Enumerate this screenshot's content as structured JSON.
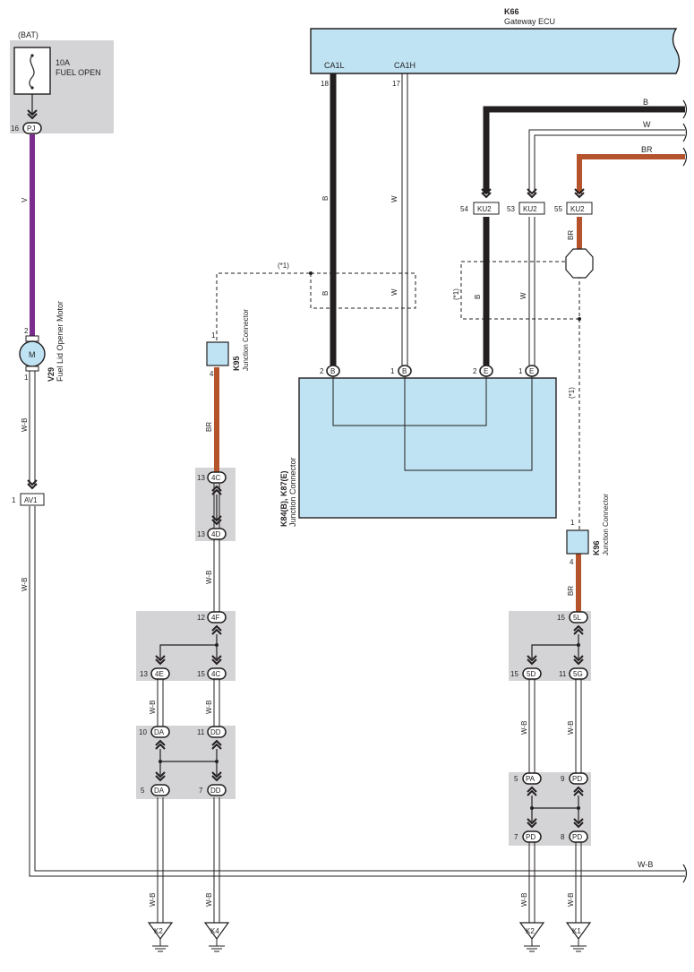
{
  "colors": {
    "black_wire": "#231f20",
    "violet_wire": "#7b2d8e",
    "brown_wire": "#b5532c",
    "component_fill": "#bfe3f3",
    "shade_fill": "#d4d4d6"
  },
  "fuse": {
    "source": "(BAT)",
    "rating": "10A",
    "name": "FUEL OPEN",
    "pin": "16",
    "conn": "PJ"
  },
  "motor": {
    "code": "V29",
    "name": "Fuel Lid Opener Motor",
    "symbol": "M",
    "pin_top": "2",
    "pin_bottom": "1"
  },
  "gateway": {
    "code": "K66",
    "name": "Gateway ECU",
    "pin1_name": "CA1L",
    "pin2_name": "CA1H",
    "pin1": "18",
    "pin2": "17"
  },
  "junction": {
    "code": "K84(B), K87(E)",
    "name": "Junction Connector",
    "pins": [
      {
        "num": "2",
        "conn": "B"
      },
      {
        "num": "1",
        "conn": "B"
      },
      {
        "num": "2",
        "conn": "E"
      },
      {
        "num": "1",
        "conn": "E"
      }
    ]
  },
  "k95": {
    "code": "K95",
    "name": "Junction Connector",
    "pin_top": "1",
    "pin_bottom": "4"
  },
  "k96": {
    "code": "K96",
    "name": "Junction Connector",
    "pin_top": "1",
    "pin_bottom": "4"
  },
  "ku2": [
    {
      "num": "54",
      "conn": "KU2"
    },
    {
      "num": "53",
      "conn": "KU2"
    },
    {
      "num": "55",
      "conn": "KU2"
    }
  ],
  "note": "(*1)",
  "wires": {
    "b": "B",
    "w": "W",
    "br": "BR",
    "v": "V",
    "wb": "W-B"
  },
  "connectors": {
    "av1": {
      "num": "1",
      "conn": "AV1"
    },
    "c4c_top": {
      "num": "13",
      "conn": "4C"
    },
    "c4d": {
      "num": "13",
      "conn": "4D"
    },
    "c4f": {
      "num": "12",
      "conn": "4F"
    },
    "c4e": {
      "num": "13",
      "conn": "4E"
    },
    "c4c_bot": {
      "num": "15",
      "conn": "4C"
    },
    "cda_top": {
      "num": "10",
      "conn": "DA"
    },
    "cdd_top": {
      "num": "11",
      "conn": "DD"
    },
    "cda_bot": {
      "num": "5",
      "conn": "DA"
    },
    "cdd_bot": {
      "num": "7",
      "conn": "DD"
    },
    "c5l": {
      "num": "15",
      "conn": "5L"
    },
    "c5d": {
      "num": "15",
      "conn": "5D"
    },
    "c5g": {
      "num": "11",
      "conn": "5G"
    },
    "cpa": {
      "num": "5",
      "conn": "PA"
    },
    "cpd_top": {
      "num": "9",
      "conn": "PD"
    },
    "cpd_bl": {
      "num": "7",
      "conn": "PD"
    },
    "cpd_br": {
      "num": "8",
      "conn": "PD"
    }
  },
  "grounds": [
    "K2",
    "K4",
    "K2",
    "K1"
  ]
}
